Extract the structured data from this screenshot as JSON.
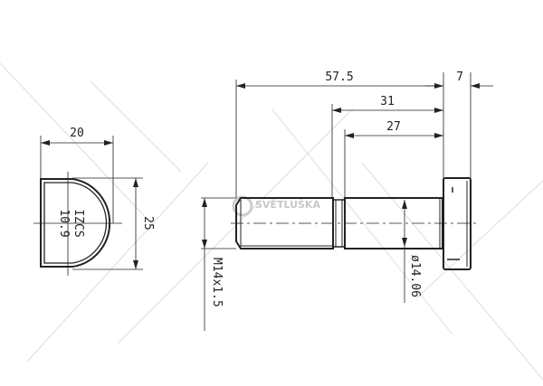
{
  "drawing": {
    "dimensions": {
      "overall_length": "57.5",
      "head_thickness": "7",
      "shank_length": "31",
      "plain_shank_length": "27",
      "head_width": "20",
      "head_height": "25",
      "thread_spec": "M14x1.5",
      "shank_diameter": "ø14.06"
    },
    "head_marking": {
      "line1": "IZCS",
      "line2": "10.9"
    },
    "watermark": "SVĚTLUŠKA"
  }
}
